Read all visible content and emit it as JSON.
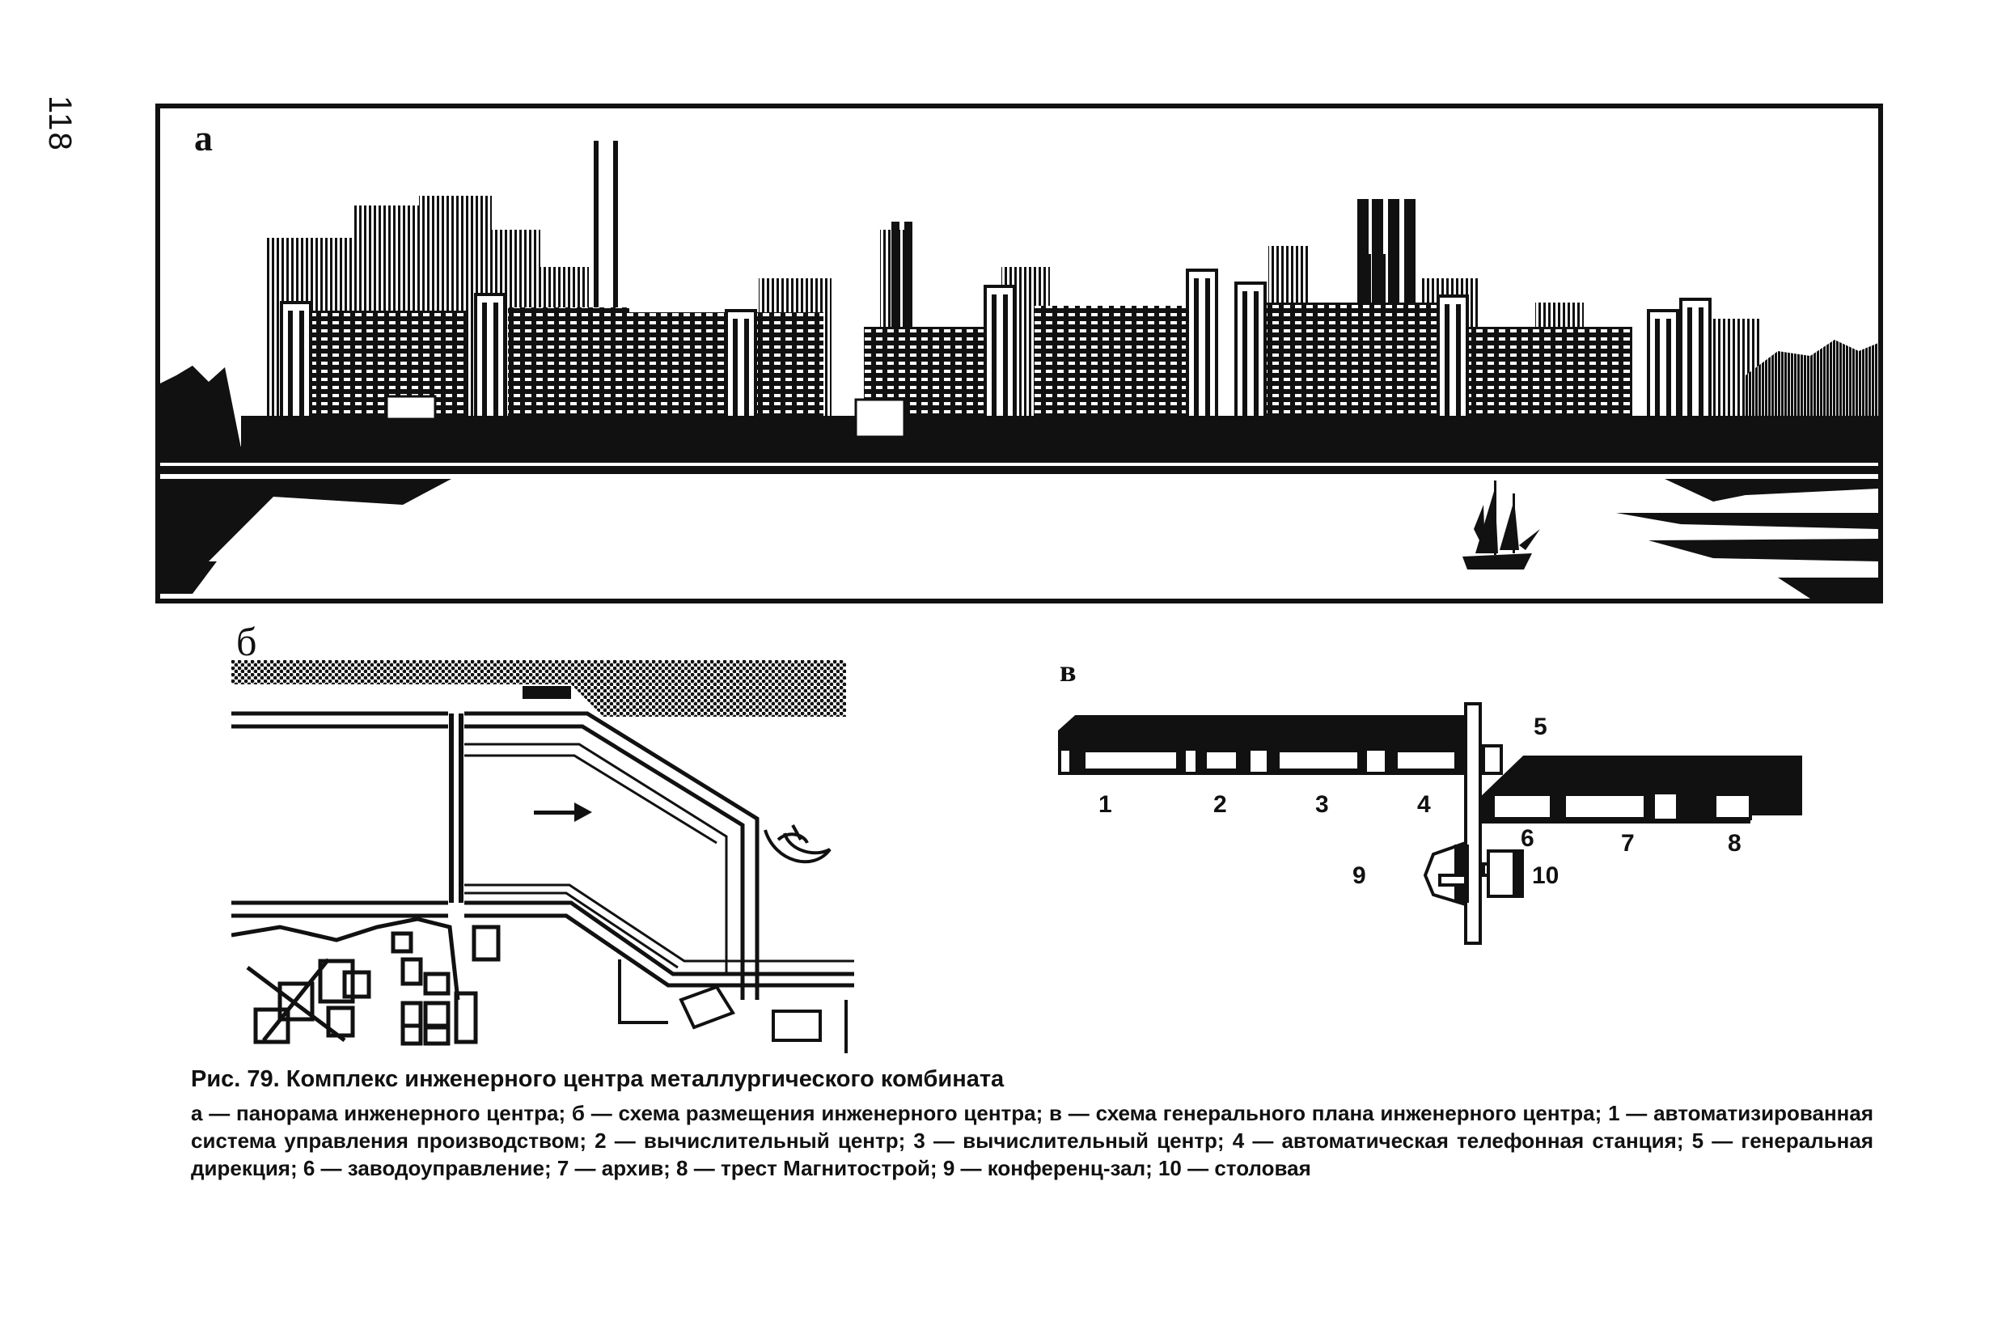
{
  "page_number": "118",
  "panel_a": {
    "letter": "а"
  },
  "panel_b": {
    "letter": "б"
  },
  "panel_v": {
    "letter": "в",
    "labels": [
      "1",
      "2",
      "3",
      "4",
      "5",
      "6",
      "7",
      "8",
      "9",
      "10"
    ]
  },
  "caption": {
    "title": "Рис. 79. Комплекс инженерного центра металлургического комбината",
    "body": "а — панорама инженерного центра; б — схема размещения инженерного центра; в — схема генерального плана инженерного центра; 1 — автоматизированная система управления производством; 2 — вычислительный центр; 3 — вычислительный центр; 4 — автоматическая телефонная станция; 5 — генеральная дирекция; 6 — заводоуправление; 7 — архив; 8 — трест Магнитострой; 9 — конференц-зал; 10 — столовая"
  }
}
